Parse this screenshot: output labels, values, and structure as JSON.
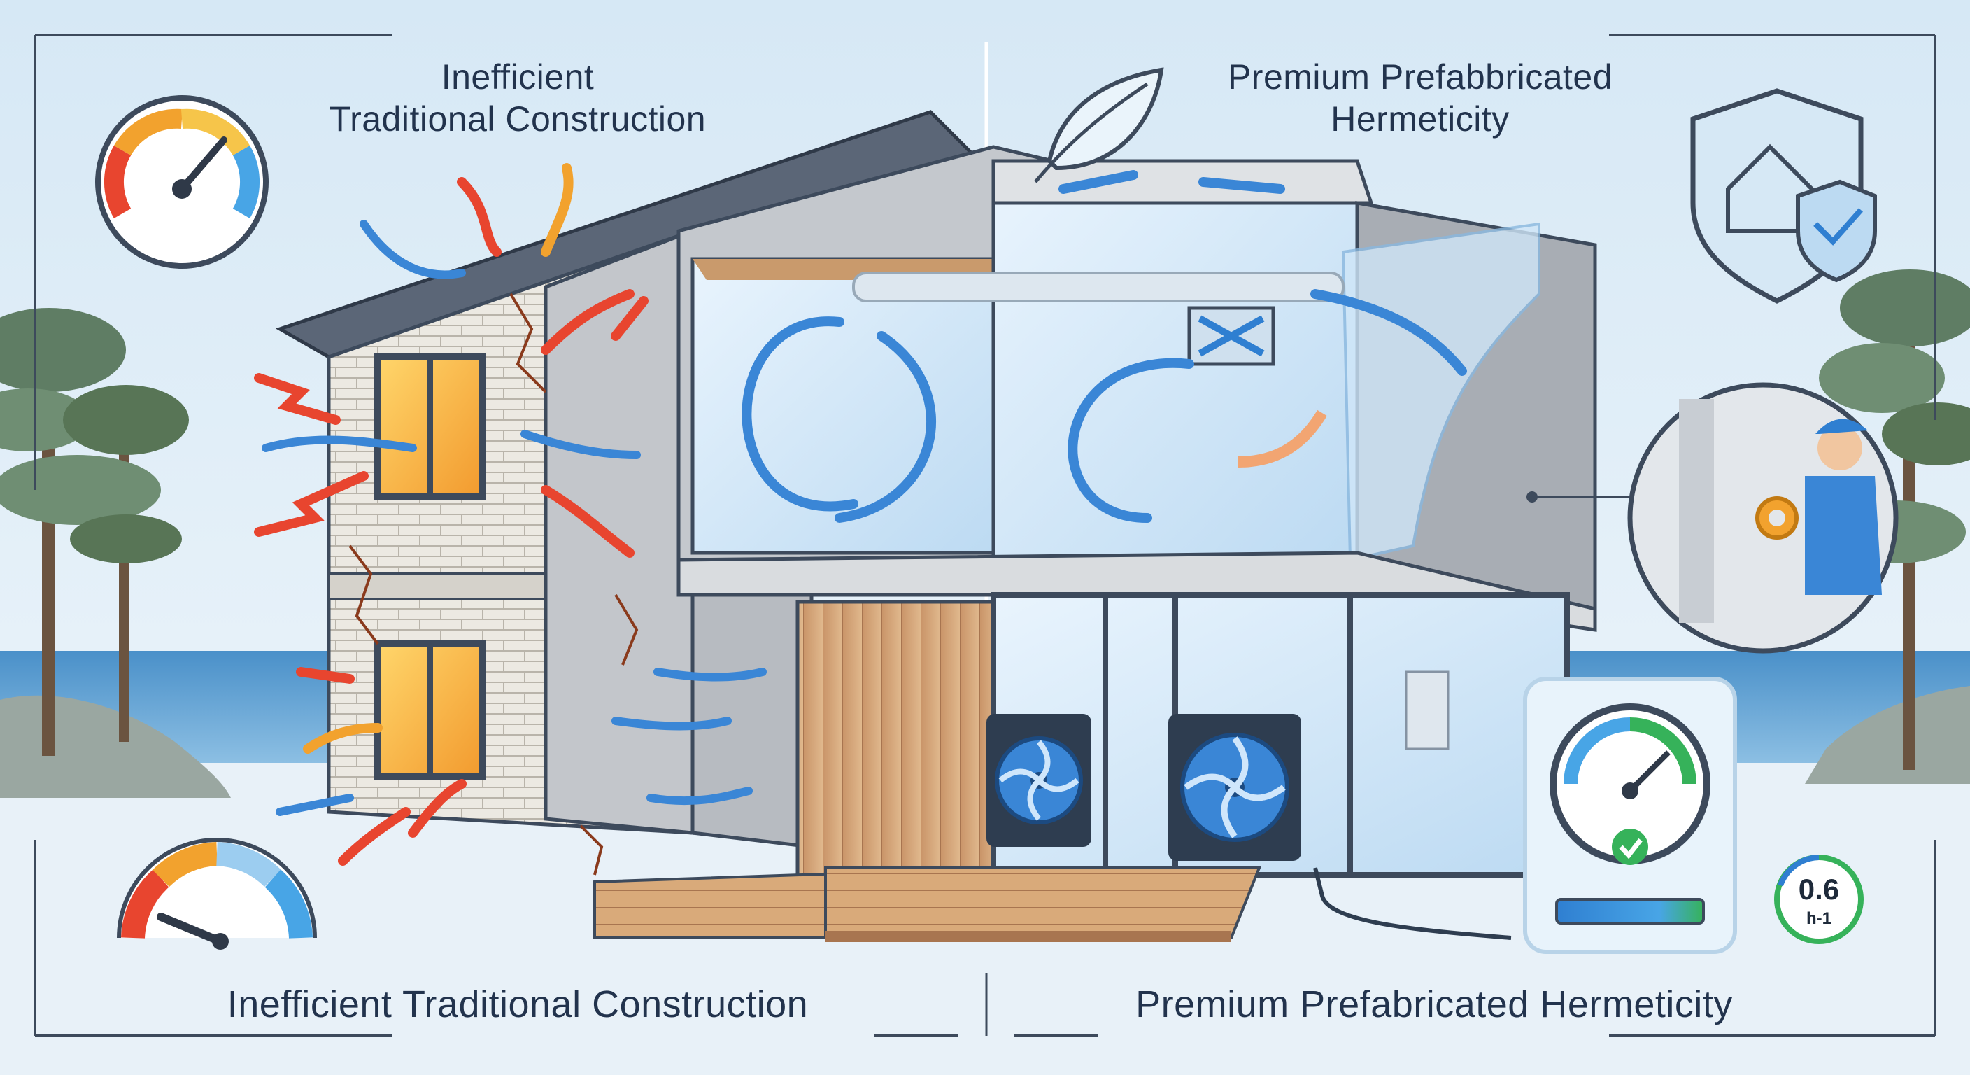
{
  "labels": {
    "left_top_line1": "Inefficient",
    "left_top_line2": "Traditional Construction",
    "right_top_line1": "Premium Prefabbricated",
    "right_top_line2": "Hermeticity",
    "left_bottom": "Inefficient Traditional Construction",
    "right_bottom": "Premium Prefabricated Hermeticity"
  },
  "meter": {
    "value": "0.6",
    "unit": "h-1"
  },
  "colors": {
    "heat_loss": "#e8452f",
    "warm_air": "#f2a22e",
    "air_flow": "#3a86d6",
    "accent_green": "#36b25a",
    "frame_dark": "#3d4a5c"
  },
  "icons": [
    "speedometer-icon-bad",
    "speedometer-icon-low",
    "leaf-icon",
    "shield-house-icon",
    "fan-icon",
    "checkmark-icon",
    "worker-taping-icon"
  ]
}
